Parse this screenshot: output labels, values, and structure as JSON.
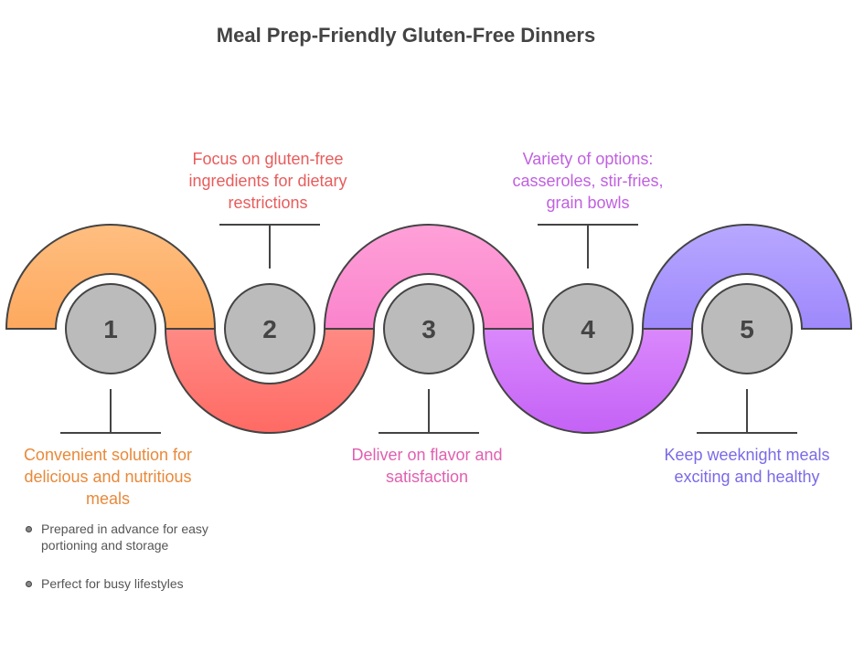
{
  "title": "Meal Prep-Friendly Gluten-Free Dinners",
  "steps": [
    {
      "number": "1",
      "text": "Convenient solution for delicious and nutritious meals",
      "color": "#E8893A",
      "arc_top": "#FFBE80",
      "arc_bottom": "#FDA95E",
      "position": "below",
      "bullets": [
        "Prepared in advance for easy portioning and storage",
        "Perfect for busy lifestyles"
      ]
    },
    {
      "number": "2",
      "text": "Focus on gluten-free ingredients for dietary restrictions",
      "color": "#E85C5C",
      "arc_top": "#FF8A84",
      "arc_bottom": "#FF6A64",
      "position": "above",
      "bullets": []
    },
    {
      "number": "3",
      "text": "Deliver on flavor and satisfaction",
      "color": "#E060B0",
      "arc_top": "#FFA0D8",
      "arc_bottom": "#FA84CC",
      "position": "below",
      "bullets": []
    },
    {
      "number": "4",
      "text": "Variety of options: casseroles, stir-fries, grain bowls",
      "color": "#C060E0",
      "arc_top": "#DA88FC",
      "arc_bottom": "#C462F6",
      "position": "above",
      "bullets": []
    },
    {
      "number": "5",
      "text": "Keep weeknight meals exciting and healthy",
      "color": "#7A6AE8",
      "arc_top": "#B8A8FF",
      "arc_bottom": "#9E88FC",
      "position": "below",
      "bullets": []
    }
  ],
  "colors": {
    "outline": "#444444",
    "circle_fill": "#BBBBBB",
    "number_text": "#444444"
  }
}
